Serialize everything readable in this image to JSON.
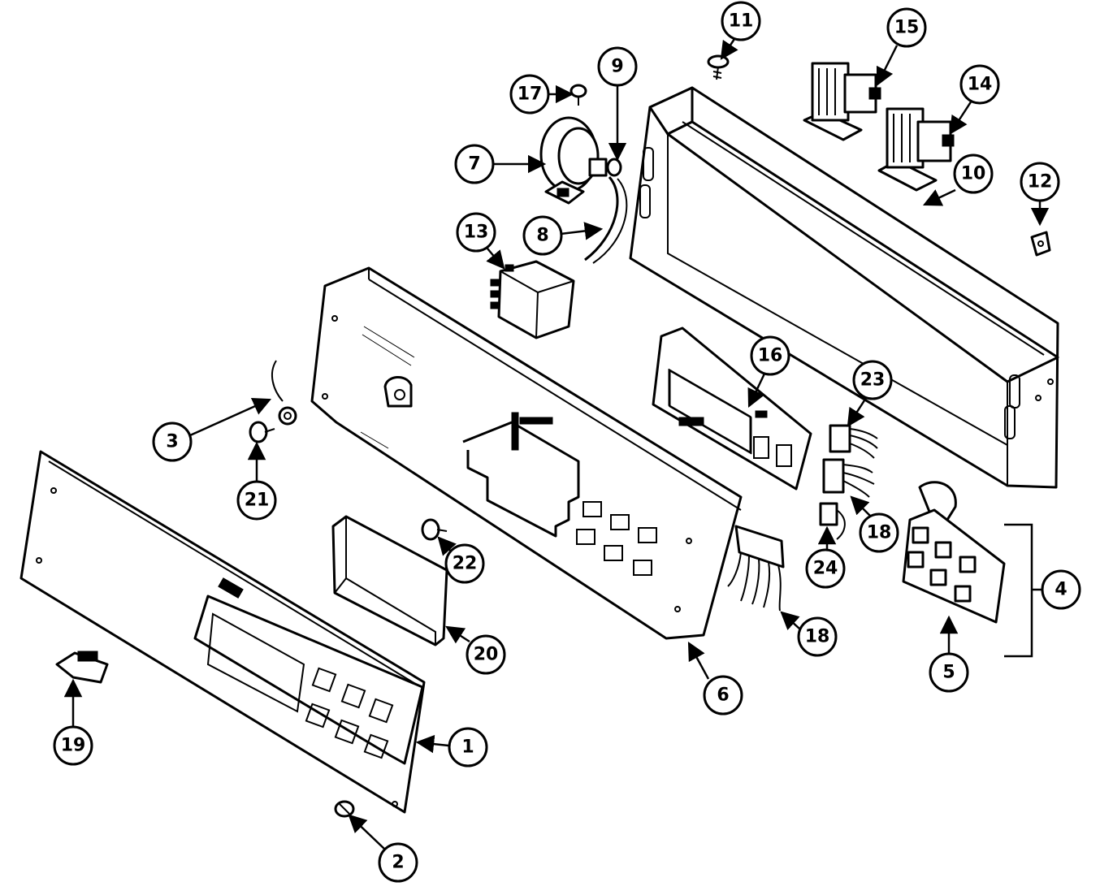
{
  "diagram": {
    "callouts": [
      {
        "id": "c1",
        "label": "1"
      },
      {
        "id": "c2",
        "label": "2"
      },
      {
        "id": "c3",
        "label": "3"
      },
      {
        "id": "c4",
        "label": "4"
      },
      {
        "id": "c5",
        "label": "5"
      },
      {
        "id": "c6",
        "label": "6"
      },
      {
        "id": "c7",
        "label": "7"
      },
      {
        "id": "c8",
        "label": "8"
      },
      {
        "id": "c9",
        "label": "9"
      },
      {
        "id": "c10",
        "label": "10"
      },
      {
        "id": "c11",
        "label": "11"
      },
      {
        "id": "c12",
        "label": "12"
      },
      {
        "id": "c13",
        "label": "13"
      },
      {
        "id": "c14",
        "label": "14"
      },
      {
        "id": "c15",
        "label": "15"
      },
      {
        "id": "c16",
        "label": "16"
      },
      {
        "id": "c17",
        "label": "17"
      },
      {
        "id": "c18a",
        "label": "18"
      },
      {
        "id": "c18b",
        "label": "18"
      },
      {
        "id": "c19",
        "label": "19"
      },
      {
        "id": "c20",
        "label": "20"
      },
      {
        "id": "c21",
        "label": "21"
      },
      {
        "id": "c22",
        "label": "22"
      },
      {
        "id": "c23",
        "label": "23"
      },
      {
        "id": "c24",
        "label": "24"
      }
    ]
  }
}
